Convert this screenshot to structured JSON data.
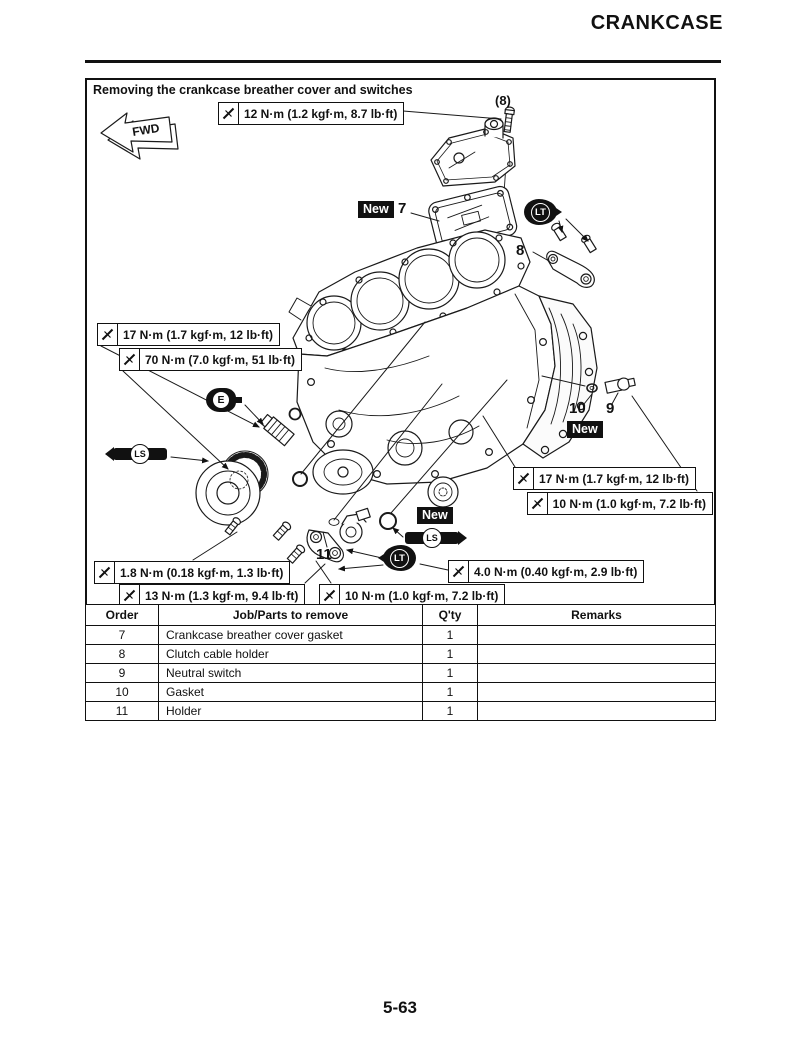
{
  "page": {
    "header_title": "CRANKCASE",
    "page_number": "5-63"
  },
  "figure": {
    "title": "Removing the crankcase breather cover and switches",
    "fwd_label": "FWD",
    "tags": {
      "new": "New",
      "lt": "LT",
      "ls": "LS",
      "e": "E"
    },
    "callouts": {
      "screw_top": "(8)",
      "part7": "7",
      "part8": "8",
      "part9": "9",
      "part10": "10",
      "part11": "11"
    },
    "torque_labels": [
      {
        "text": "12 N·m (1.2 kgf·m, 8.7 lb·ft)"
      },
      {
        "text": "17 N·m (1.7 kgf·m, 12 lb·ft)"
      },
      {
        "text": "70 N·m (7.0 kgf·m, 51 lb·ft)"
      },
      {
        "text": "17 N·m (1.7 kgf·m, 12 lb·ft)"
      },
      {
        "text": "10 N·m (1.0 kgf·m, 7.2 lb·ft)"
      },
      {
        "text": "1.8 N·m (0.18 kgf·m, 1.3 lb·ft)"
      },
      {
        "text": "13 N·m (1.3 kgf·m, 9.4 lb·ft)"
      },
      {
        "text": "10 N·m (1.0 kgf·m, 7.2 lb·ft)"
      },
      {
        "text": "4.0 N·m (0.40 kgf·m, 2.9 lb·ft)"
      }
    ]
  },
  "table": {
    "headers": [
      "Order",
      "Job/Parts to remove",
      "Q'ty",
      "Remarks"
    ],
    "rows": [
      {
        "order": "7",
        "job": "Crankcase breather cover gasket",
        "qty": "1",
        "remarks": ""
      },
      {
        "order": "8",
        "job": "Clutch cable holder",
        "qty": "1",
        "remarks": ""
      },
      {
        "order": "9",
        "job": "Neutral switch",
        "qty": "1",
        "remarks": ""
      },
      {
        "order": "10",
        "job": "Gasket",
        "qty": "1",
        "remarks": ""
      },
      {
        "order": "11",
        "job": "Holder",
        "qty": "1",
        "remarks": ""
      }
    ]
  }
}
